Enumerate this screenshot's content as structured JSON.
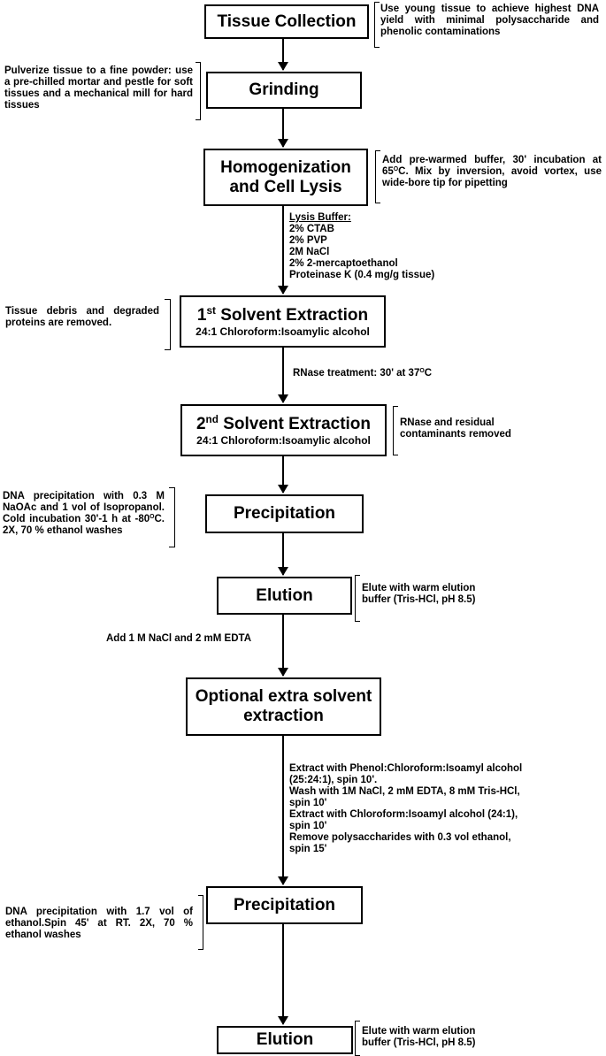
{
  "steps": {
    "tissue_collection": "Tissue Collection",
    "grinding": "Grinding",
    "homogenization_l1": "Homogenization",
    "homogenization_l2": "and Cell Lysis",
    "extraction1_sup": "st",
    "extraction1_num": "1",
    "extraction1_title": "Solvent Extraction",
    "extraction1_sub": "24:1 Chloroform:Isoamylic alcohol",
    "extraction2_num": "2",
    "extraction2_sup": "nd",
    "extraction2_title": "Solvent Extraction",
    "extraction2_sub": "24:1 Chloroform:Isoamylic alcohol",
    "precipitation1": "Precipitation",
    "elution1": "Elution",
    "optional_l1": "Optional extra solvent",
    "optional_l2": "extraction",
    "precipitation2": "Precipitation",
    "elution2": "Elution"
  },
  "notes": {
    "tissue_collection": "Use young tissue to achieve highest DNA yield with minimal polysaccharide and phenolic contaminations",
    "grinding": "Pulverize tissue to a fine powder: use a pre-chilled mortar and pestle for soft tissues and a mechanical mill for hard tissues",
    "homog_a": "Add pre-warmed buffer, 30' incubation at 65",
    "homog_sup": "O",
    "homog_b": "C. Mix by inversion, avoid vortex, use wide-bore tip for pipetting",
    "lysis_title": "Lysis Buffer:",
    "lysis_items": [
      "2% CTAB",
      "2% PVP",
      "2M NaCl",
      "2% 2-mercaptoethanol",
      "Proteinase K (0.4 mg/g tissue)"
    ],
    "extraction1": "Tissue debris and degraded proteins are removed.",
    "rnase_a": "RNase treatment: 30' at 37",
    "rnase_sup": "O",
    "rnase_b": "C",
    "extraction2_l1": "RNase and residual",
    "extraction2_l2": "contaminants removed",
    "precip1_a": "DNA precipitation with 0.3 M NaOAc and 1 vol of Isopropanol. Cold incubation 30'-1 h at -80",
    "precip1_sup": "O",
    "precip1_b": "C. 2X, 70 % ethanol washes",
    "elution1_l1": "Elute with warm elution",
    "elution1_l2": "buffer (Tris-HCl, pH 8.5)",
    "add_nacl": "Add 1 M NaCl and 2 mM EDTA",
    "optional_lines": [
      "Extract with Phenol:Chloroform:Isoamyl alcohol",
      "(25:24:1), spin 10'.",
      "Wash with 1M NaCl, 2 mM EDTA, 8 mM Tris-HCl,",
      "spin 10'",
      "Extract with Chloroform:Isoamyl alcohol (24:1),",
      "spin 10'",
      "Remove polysaccharides with 0.3 vol ethanol,",
      "spin 15'"
    ],
    "precip2": "DNA precipitation with 1.7 vol of ethanol.Spin 45' at RT. 2X, 70 % ethanol washes",
    "elution2_l1": "Elute with warm elution",
    "elution2_l2": "buffer (Tris-HCl, pH 8.5)"
  }
}
